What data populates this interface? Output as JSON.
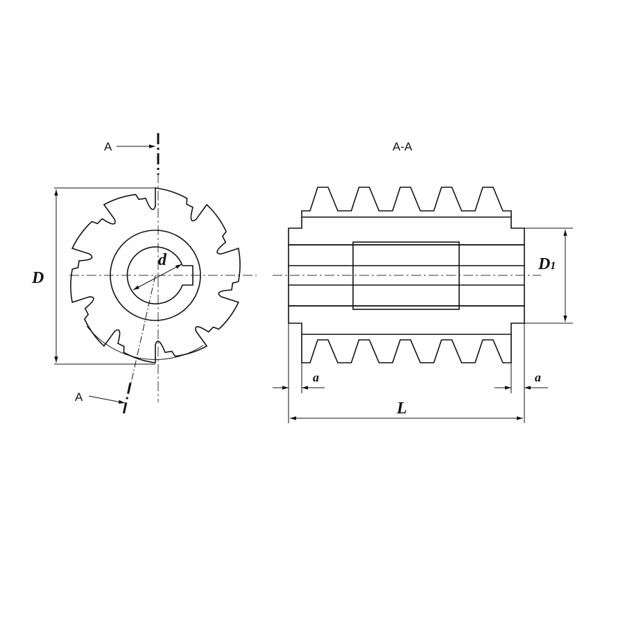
{
  "front_view": {
    "section_mark_top": "A",
    "section_mark_bottom": "A",
    "dim_outer_diameter": "D",
    "dim_bore_diameter": "d",
    "teeth_count": 10
  },
  "section_view": {
    "title": "A-A",
    "dim_hub_diameter": "D",
    "dim_hub_diameter_sub": "1",
    "dim_length": "L",
    "dim_hub_left": "a",
    "dim_hub_right": "a",
    "thread_turns": 5
  }
}
